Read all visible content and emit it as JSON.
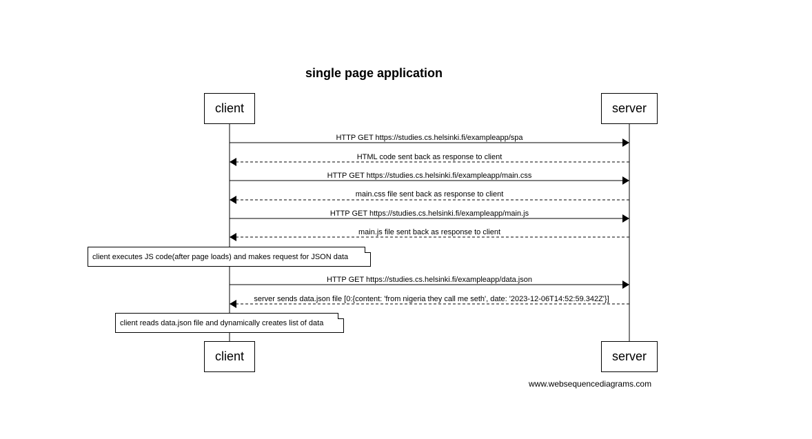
{
  "title": "single page application",
  "participants": {
    "client": "client",
    "server": "server"
  },
  "messages": [
    {
      "from": "client",
      "to": "server",
      "style": "solid",
      "label": "HTTP GET https://studies.cs.helsinki.fi/exampleapp/spa"
    },
    {
      "from": "server",
      "to": "client",
      "style": "dashed",
      "label": "HTML code sent back as response to client"
    },
    {
      "from": "client",
      "to": "server",
      "style": "solid",
      "label": "HTTP GET https://studies.cs.helsinki.fi/exampleapp/main.css"
    },
    {
      "from": "server",
      "to": "client",
      "style": "dashed",
      "label": "main.css file sent back as response to client"
    },
    {
      "from": "client",
      "to": "server",
      "style": "solid",
      "label": "HTTP GET https://studies.cs.helsinki.fi/exampleapp/main.js"
    },
    {
      "from": "server",
      "to": "client",
      "style": "dashed",
      "label": "main.js file sent back as response to client"
    },
    {
      "from": "client",
      "to": "server",
      "style": "solid",
      "label": "HTTP GET https://studies.cs.helsinki.fi/exampleapp/data.json"
    },
    {
      "from": "server",
      "to": "client",
      "style": "dashed",
      "label": "server sends data.json file [0:{content: 'from nigeria they call me seth', date: '2023-12-06T14:52:59.342Z'}]"
    }
  ],
  "notes": [
    {
      "over": "client",
      "text": "client executes JS code(after page loads) and makes request for JSON data"
    },
    {
      "over": "client",
      "text": "client reads data.json file and dynamically creates list of data"
    }
  ],
  "watermark": "www.websequencediagrams.com"
}
